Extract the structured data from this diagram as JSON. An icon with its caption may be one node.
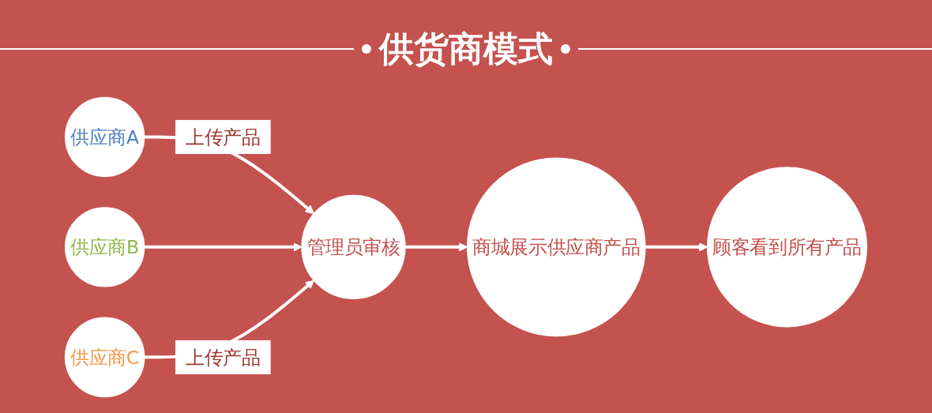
{
  "diagram": {
    "title": "供货商模式",
    "nodes": [
      {
        "text": [
          "管理员审核"
        ]
      },
      {
        "text": [
          "商城展示供应商产品"
        ]
      },
      {
        "text": [
          "顾客看到所有产品"
        ]
      },
      {
        "text": [
          "供应商A"
        ]
      },
      {
        "text": [
          "供应商B"
        ]
      },
      {
        "text": [
          "供应商C"
        ]
      }
    ],
    "edges": [
      {
        "from": 0,
        "to": 1,
        "arrow": "to"
      },
      {
        "from": 1,
        "to": 2,
        "arrow": "to"
      },
      {
        "from": 3,
        "to": 0,
        "arrow": "to",
        "label": "上传产品"
      },
      {
        "from": 4,
        "to": 0,
        "arrow": "to"
      },
      {
        "from": 5,
        "to": 0,
        "arrow": "to",
        "label": "上传产品"
      }
    ]
  }
}
